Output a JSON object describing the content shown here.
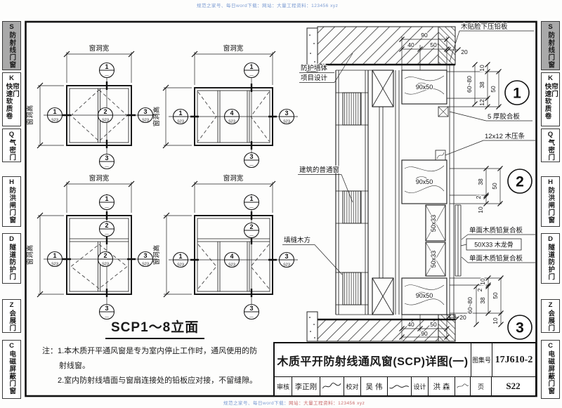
{
  "colors": {
    "tab_active_bg": "#a9a9a9",
    "watermark_blue": "#7b9bd2",
    "watermark_red": "#c96a6a",
    "ink": "#1a1a1a",
    "paper": "#ffffff"
  },
  "watermark": {
    "part1": "规范之家号、每日word下载：",
    "part2": "网站：大量工程资料：123456 xyz"
  },
  "tabs": [
    {
      "letter": "S",
      "label": "防射线门窗",
      "active": true
    },
    {
      "letter": "K",
      "label": "快速软质卷帘门",
      "active": false
    },
    {
      "letter": "Q",
      "label": "气密门",
      "active": false
    },
    {
      "letter": "H",
      "label": "防洪闸门窗",
      "active": false
    },
    {
      "letter": "D",
      "label": "隧道防护门",
      "active": false
    },
    {
      "letter": "Z",
      "label": "会展门",
      "active": false
    },
    {
      "letter": "C",
      "label": "电磁屏蔽门窗",
      "active": false
    }
  ],
  "elev": {
    "title": "SCP1～8立面",
    "dim_w": "窗洞宽",
    "dim_h": "窗洞高",
    "n1": "1",
    "n2": "2",
    "n3": "3",
    "n4": "4",
    "sheet": "S23",
    "same": "—"
  },
  "notes": {
    "prefix": "注：",
    "l1": "1.本木质开平通风窗是专为室内停止工作时，通风使用的防",
    "l2": "射线窗。",
    "l3": "2.室内防射线墙面与窗扇连接处的铅板应对接，不留缝隙。"
  },
  "section": {
    "lbl": {
      "trim": "木贴脸下压铅板",
      "wall1": "防护墙体",
      "wall2": "项目设计",
      "ordinary": "建筑的普通窗",
      "filler": "填缝木方",
      "ply": "5 厚胶合板",
      "batten": "12x12 木压条",
      "panel1": "单面木质铅复合板",
      "keel": "50X33 木龙骨",
      "panel2": "单面木质铅复合板",
      "w9050": "90x50",
      "w5033": "50x33"
    },
    "dim": {
      "d90": "90",
      "d40": "40",
      "d50": "50",
      "d20": "20",
      "d10": "10",
      "d38": "38",
      "d12": "12",
      "d2": "2",
      "d6080": "60~80"
    },
    "c1": "1",
    "c2": "2",
    "c3": "3"
  },
  "titleblock": {
    "title": "木质平开防射线通风窗(SCP)详图(一)",
    "atlas_label": "图集号",
    "atlas_no": "17J610-2",
    "audit_label": "审核",
    "audit_name": "李正刚",
    "proof_label": "校对",
    "proof_name": "吴 伟",
    "design_label": "设计",
    "design_name": "洪 森",
    "page_label": "页",
    "page_no": "S22"
  }
}
